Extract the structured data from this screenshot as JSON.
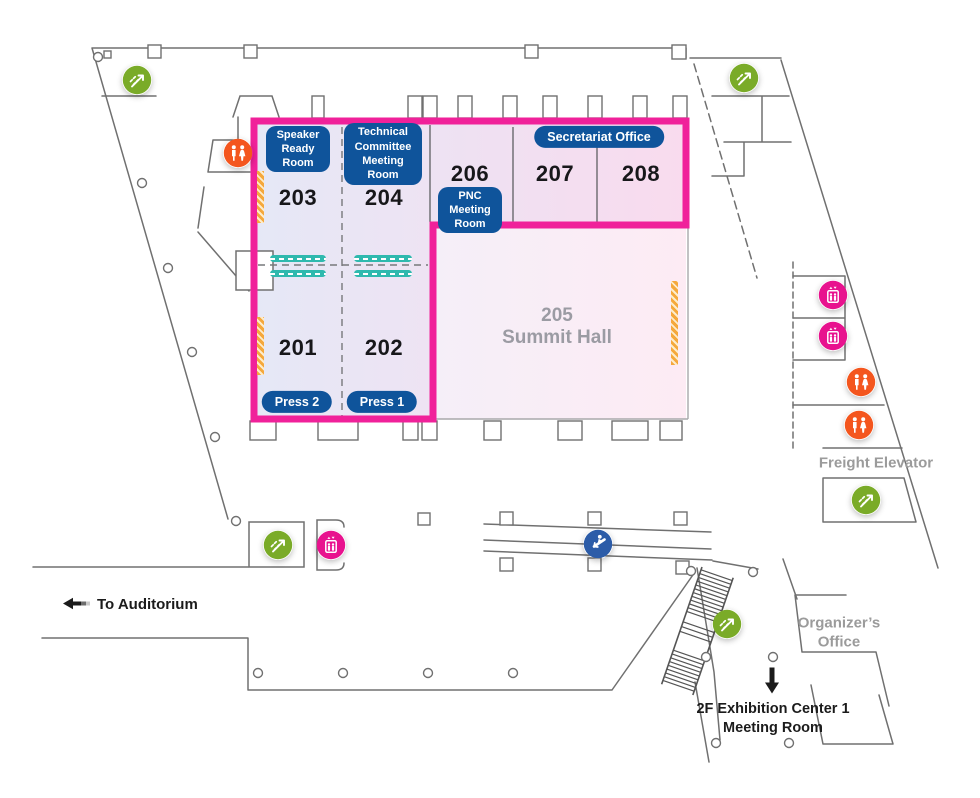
{
  "rooms": {
    "r201": {
      "num": "201",
      "badge": "Press 2"
    },
    "r202": {
      "num": "202",
      "badge": "Press 1"
    },
    "r203": {
      "num": "203",
      "badge": "Speaker Ready Room"
    },
    "r204": {
      "num": "204",
      "badge": "Technical Committee Meeting Room"
    },
    "r205": {
      "num": "205",
      "name": "Summit Hall"
    },
    "r206": {
      "num": "206",
      "badge": "PNC Meeting Room"
    },
    "r207": {
      "num": "207"
    },
    "r208": {
      "num": "208"
    }
  },
  "labels": {
    "secretariat_office": "Secretariat Office",
    "freight_elevator": "Freight Elevator",
    "organizers_office": "Organizer’s Office",
    "to_auditorium": "To Auditorium",
    "exhibition_center": "2F Exhibition Center 1 Meeting Room"
  },
  "icons": {
    "escalator": {
      "name": "escalator-icon",
      "color": "#7AAB28"
    },
    "restroom": {
      "name": "restroom-icon",
      "color": "#F4561E"
    },
    "elevator": {
      "name": "elevator-icon",
      "color": "#E8128E"
    },
    "accessible_ramp": {
      "name": "accessible-ramp-icon",
      "color": "#2C5CA8"
    }
  },
  "colors": {
    "highlight_border": "#F0219A",
    "left_block_fill": "#E5E8F6",
    "right_strip_fill": "#F9DBEE",
    "summit_hall_fill": "#FBEBF4",
    "badge_blue": "#0F549B",
    "wall_gray": "#707070",
    "label_gray": "#9B9B9B",
    "partition_teal": "#2FB9AE",
    "shutter_orange": "#F5A83C"
  }
}
